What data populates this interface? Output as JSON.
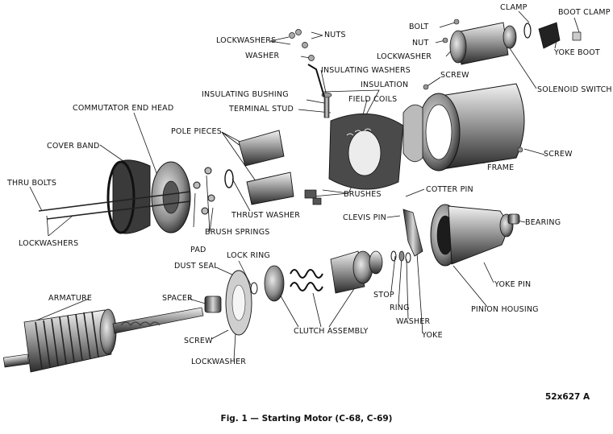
{
  "figure": {
    "caption": "Fig. 1 — Starting Motor (C-68, C-69)",
    "code": "52x627 A"
  },
  "labels": {
    "lockwashers_top": "LOCKWASHERS",
    "nuts": "NUTS",
    "washer_top": "WASHER",
    "insulating_washers": "INSULATING WASHERS",
    "insulation": "INSULATION",
    "insulating_bushing": "INSULATING BUSHING",
    "terminal_stud": "TERMINAL STUD",
    "field_coils": "FIELD COILS",
    "commutator_end_head": "COMMUTATOR END HEAD",
    "pole_pieces": "POLE PIECES",
    "cover_band": "COVER BAND",
    "thru_bolts": "THRU BOLTS",
    "lockwashers_left": "LOCKWASHERS",
    "pad": "PAD",
    "brush_springs": "BRUSH SPRINGS",
    "thrust_washer": "THRUST WASHER",
    "brushes": "BRUSHES",
    "bolt": "BOLT",
    "nut": "NUT",
    "lockwasher_top": "LOCKWASHER",
    "clamp": "CLAMP",
    "boot_clamp": "BOOT CLAMP",
    "yoke_boot": "YOKE BOOT",
    "solenoid_switch": "SOLENOID SWITCH",
    "screw_top": "SCREW",
    "screw_right": "SCREW",
    "frame": "FRAME",
    "cotter_pin": "COTTER PIN",
    "clevis_pin": "CLEVIS PIN",
    "bearing": "BEARING",
    "dust_seal": "DUST SEAL",
    "lock_ring": "LOCK RING",
    "armature": "ARMATURE",
    "spacer": "SPACER",
    "screw_bottom": "SCREW",
    "lockwasher_bottom": "LOCKWASHER",
    "clutch_assembly": "CLUTCH ASSEMBLY",
    "stop": "STOP",
    "ring": "RING",
    "washer_bottom": "WASHER",
    "yoke": "YOKE",
    "yoke_pin": "YOKE PIN",
    "pinion_housing": "PINION HOUSING"
  }
}
